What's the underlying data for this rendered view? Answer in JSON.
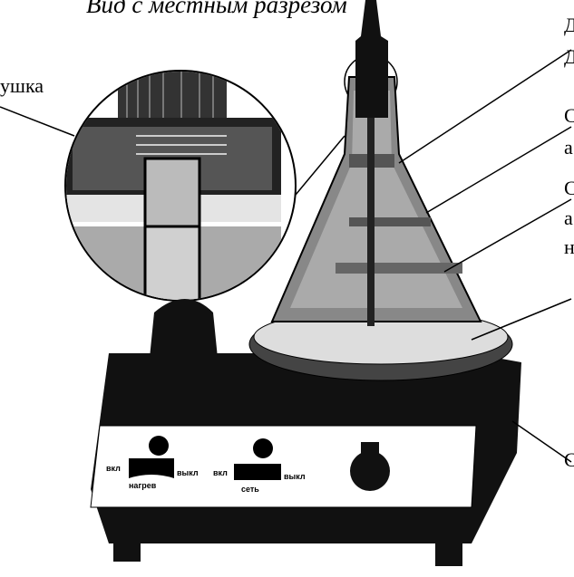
{
  "title": "Вид с местным разрезом",
  "callout_left": "ушка",
  "right_labels": [
    "Д",
    "Д",
    "С",
    "а",
    "С",
    "а",
    "н",
    "С"
  ],
  "panel": {
    "heat_on": "вкл",
    "heat_off": "выкл",
    "heat_label": "нагрев",
    "power_on": "вкл",
    "power_off": "выкл",
    "power_label": "сеть"
  }
}
